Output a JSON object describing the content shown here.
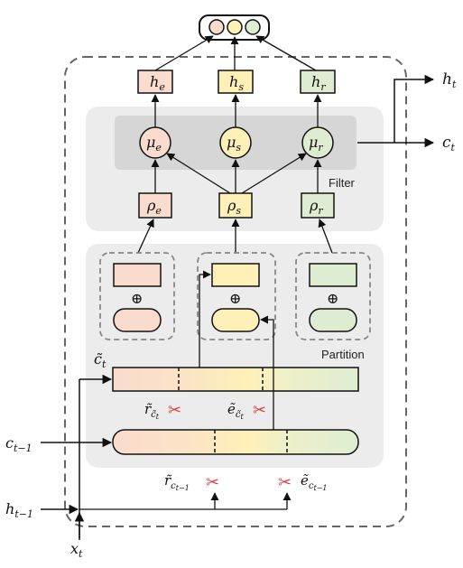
{
  "colors": {
    "e": "#f9dccd",
    "s": "#fff0b8",
    "r": "#deedd1",
    "panel": "#ececec",
    "inner_panel": "#d6d6d6",
    "stroke": "#111111",
    "dash": "#666666",
    "scissors": "#d9414a"
  },
  "labels": {
    "h_e": "h",
    "h_e_sub": "e",
    "h_s": "h",
    "h_s_sub": "s",
    "h_r": "h",
    "h_r_sub": "r",
    "mu_e": "μ",
    "mu_e_sub": "e",
    "mu_s": "μ",
    "mu_s_sub": "s",
    "mu_r": "μ",
    "mu_r_sub": "r",
    "rho_e": "ρ",
    "rho_e_sub": "e",
    "rho_s": "ρ",
    "rho_s_sub": "s",
    "rho_r": "ρ",
    "rho_r_sub": "r",
    "filter": "Filter",
    "partition": "Partition",
    "h_t": "h",
    "h_t_sub": "t",
    "c_t": "c",
    "c_t_sub": "t",
    "c_tilde": "c̃",
    "c_tilde_sub": "t",
    "c_prev": "c",
    "c_prev_sub": "t−1",
    "h_prev": "h",
    "h_prev_sub": "t−1",
    "x_t": "x",
    "x_t_sub": "t",
    "r_tilde_ct": "r̃",
    "r_tilde_ct_sub": "c̃",
    "r_tilde_ct_subsub": "t",
    "e_tilde_ct": "ẽ",
    "e_tilde_ct_sub": "c̃",
    "e_tilde_ct_subsub": "t",
    "r_tilde_prev": "r̃",
    "r_tilde_prev_sub": "c",
    "r_tilde_prev_subsub": "t−1",
    "e_tilde_prev": "ẽ",
    "e_tilde_prev_sub": "c",
    "e_tilde_prev_subsub": "t−1",
    "plus": "⊕"
  }
}
